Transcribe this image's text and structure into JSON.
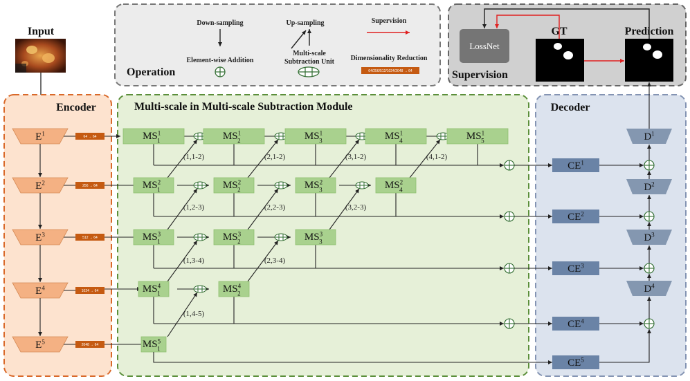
{
  "operation": {
    "title": "Operation",
    "downsampling": "Down-sampling",
    "upsampling": "Up-sampling",
    "supervision": "Supervision",
    "element_wise_addition": "Element-wise Addition",
    "msu_line1": "Multi-scale",
    "msu_line2": "Subtraction Unit",
    "dim_reduction": "Dimensionality Reduction",
    "dim_reduction_example": "64/256/512/1024/2048 → 64"
  },
  "supervision_panel": {
    "title": "Supervision",
    "lossnet": "LossNet",
    "gt": "GT",
    "prediction": "Prediction"
  },
  "input": {
    "title": "Input"
  },
  "encoder": {
    "title": "Encoder",
    "blocks": [
      {
        "base": "E",
        "sup": "1",
        "dimred": "64 → 64"
      },
      {
        "base": "E",
        "sup": "2",
        "dimred": "256 → 64"
      },
      {
        "base": "E",
        "sup": "3",
        "dimred": "512 → 64"
      },
      {
        "base": "E",
        "sup": "4",
        "dimred": "1024 → 64"
      },
      {
        "base": "E",
        "sup": "5",
        "dimred": "2048 → 64"
      }
    ]
  },
  "module": {
    "title": "Multi-scale in Multi-scale Subtraction Module",
    "ms_base": "MS",
    "rows": [
      [
        "1",
        "1",
        "1",
        "1",
        "1"
      ],
      [
        "2",
        "2",
        "2",
        "2"
      ],
      [
        "3",
        "3",
        "3"
      ],
      [
        "4",
        "4"
      ],
      [
        "5"
      ]
    ],
    "pair_labels": [
      "(1,1-2)",
      "(2,1-2)",
      "(3,1-2)",
      "(4,1-2)",
      "(1,2-3)",
      "(2,2-3)",
      "(3,2-3)",
      "(1,3-4)",
      "(2,3-4)",
      "(1,4-5)"
    ]
  },
  "decoder": {
    "title": "Decoder",
    "d_blocks": [
      {
        "base": "D",
        "sup": "1"
      },
      {
        "base": "D",
        "sup": "2"
      },
      {
        "base": "D",
        "sup": "3"
      },
      {
        "base": "D",
        "sup": "4"
      }
    ],
    "ce_blocks": [
      {
        "base": "CE",
        "sup": "1"
      },
      {
        "base": "CE",
        "sup": "2"
      },
      {
        "base": "CE",
        "sup": "3"
      },
      {
        "base": "CE",
        "sup": "4"
      },
      {
        "base": "CE",
        "sup": "5"
      }
    ]
  },
  "colors": {
    "encoder_bg": "#fde3cf",
    "encoder_border": "#d9692a",
    "module_bg": "#e6f0d8",
    "module_border": "#5b8f3a",
    "decoder_bg": "#dce3ee",
    "decoder_border": "#8494b3",
    "ms_fill": "#a9d18e",
    "e_fill": "#f4b183",
    "dimred_fill": "#c55a11",
    "d_fill": "#8497b0",
    "ce_fill": "#6a83a6",
    "supervision_arrow": "#e02020"
  }
}
